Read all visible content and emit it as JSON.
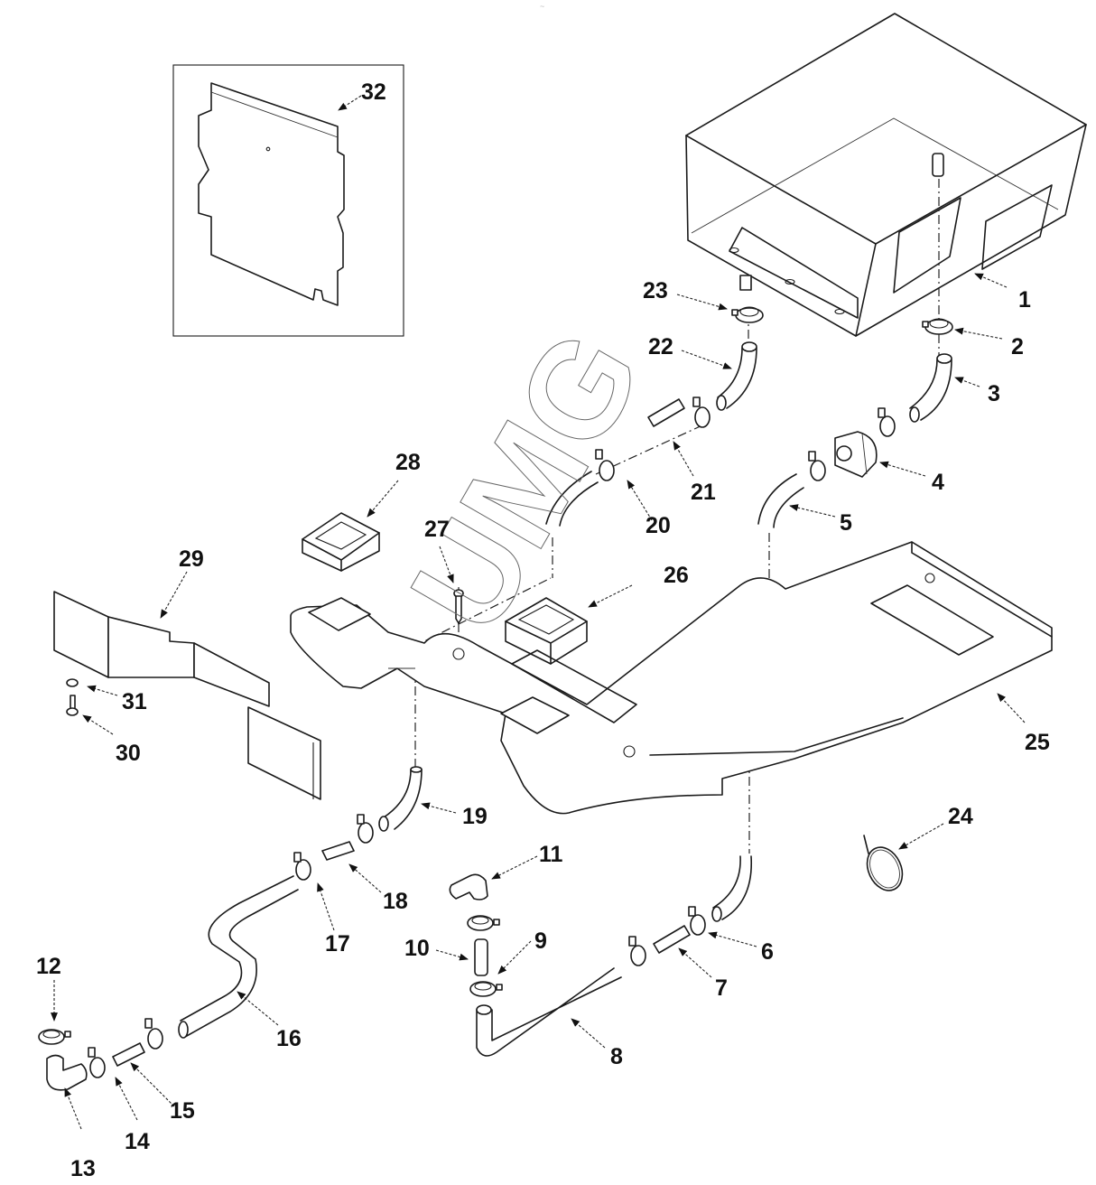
{
  "diagram": {
    "type": "exploded-parts-diagram",
    "watermark": "UMG",
    "header_mark": "~",
    "callouts": [
      {
        "id": "1",
        "label": "1",
        "part": "duct-housing-box"
      },
      {
        "id": "2",
        "label": "2",
        "part": "hose-clamp"
      },
      {
        "id": "3",
        "label": "3",
        "part": "hose-elbow"
      },
      {
        "id": "4",
        "label": "4",
        "part": "water-valve"
      },
      {
        "id": "5",
        "label": "5",
        "part": "hose-elbow"
      },
      {
        "id": "6",
        "label": "6",
        "part": "hose-clamp"
      },
      {
        "id": "7",
        "label": "7",
        "part": "hose-connector"
      },
      {
        "id": "8",
        "label": "8",
        "part": "hose-long"
      },
      {
        "id": "9",
        "label": "9",
        "part": "hose-clamp"
      },
      {
        "id": "10",
        "label": "10",
        "part": "hose-connector"
      },
      {
        "id": "11",
        "label": "11",
        "part": "hose-elbow-90"
      },
      {
        "id": "12",
        "label": "12",
        "part": "hose-clamp"
      },
      {
        "id": "13",
        "label": "13",
        "part": "hose-elbow-90"
      },
      {
        "id": "14",
        "label": "14",
        "part": "hose-clamp"
      },
      {
        "id": "15",
        "label": "15",
        "part": "hose-connector"
      },
      {
        "id": "16",
        "label": "16",
        "part": "hose-long"
      },
      {
        "id": "17",
        "label": "17",
        "part": "hose-clamp"
      },
      {
        "id": "18",
        "label": "18",
        "part": "hose-connector"
      },
      {
        "id": "19",
        "label": "19",
        "part": "hose-elbow"
      },
      {
        "id": "20",
        "label": "20",
        "part": "hose-clamp"
      },
      {
        "id": "21",
        "label": "21",
        "part": "hose-connector"
      },
      {
        "id": "22",
        "label": "22",
        "part": "hose-elbow"
      },
      {
        "id": "23",
        "label": "23",
        "part": "hose-clamp"
      },
      {
        "id": "24",
        "label": "24",
        "part": "spring-clamp"
      },
      {
        "id": "25",
        "label": "25",
        "part": "air-duct-assembly"
      },
      {
        "id": "26",
        "label": "26",
        "part": "duct-seal"
      },
      {
        "id": "27",
        "label": "27",
        "part": "screw"
      },
      {
        "id": "28",
        "label": "28",
        "part": "duct-seal"
      },
      {
        "id": "29",
        "label": "29",
        "part": "shield-bracket"
      },
      {
        "id": "30",
        "label": "30",
        "part": "screw"
      },
      {
        "id": "31",
        "label": "31",
        "part": "washer"
      },
      {
        "id": "32",
        "label": "32",
        "part": "cover-plate"
      }
    ]
  }
}
